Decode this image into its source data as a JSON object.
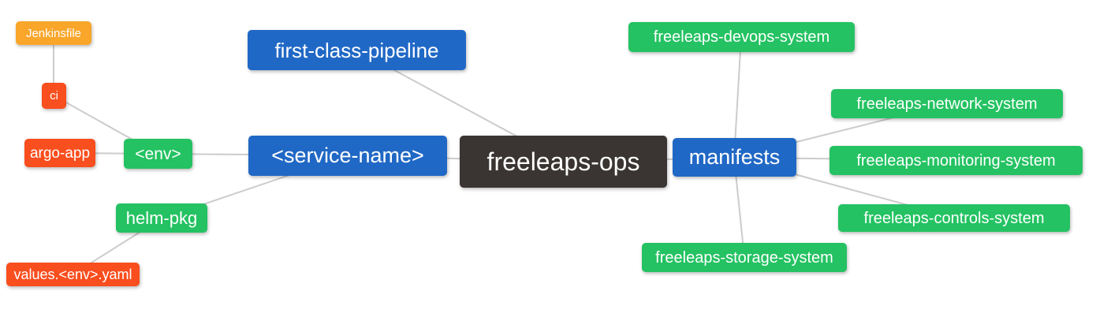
{
  "diagram": {
    "type": "mindmap",
    "center_node": "freeleaps-ops",
    "colors": {
      "orange": "#F9A62B",
      "red_orange": "#F94E1E",
      "green": "#24C262",
      "blue": "#2068C5",
      "dark": "#3A3532",
      "edge": "#cccccc",
      "text": "#ffffff",
      "background": "#ffffff"
    },
    "nodes": [
      {
        "id": "jenkinsfile",
        "label": "Jenkinsfile",
        "color": "#F9A62B"
      },
      {
        "id": "ci",
        "label": "ci",
        "color": "#F94E1E"
      },
      {
        "id": "argo-app",
        "label": "argo-app",
        "color": "#F94E1E"
      },
      {
        "id": "env",
        "label": "<env>",
        "color": "#24C262"
      },
      {
        "id": "helm-pkg",
        "label": "helm-pkg",
        "color": "#24C262"
      },
      {
        "id": "values-env-yaml",
        "label": "values.<env>.yaml",
        "color": "#F94E1E"
      },
      {
        "id": "first-class-pipeline",
        "label": "first-class-pipeline",
        "color": "#2068C5"
      },
      {
        "id": "service-name",
        "label": "<service-name>",
        "color": "#2068C5"
      },
      {
        "id": "freeleaps-ops",
        "label": "freeleaps-ops",
        "color": "#3A3532"
      },
      {
        "id": "manifests",
        "label": "manifests",
        "color": "#2068C5"
      },
      {
        "id": "freeleaps-devops-system",
        "label": "freeleaps-devops-system",
        "color": "#24C262"
      },
      {
        "id": "freeleaps-network-system",
        "label": "freeleaps-network-system",
        "color": "#24C262"
      },
      {
        "id": "freeleaps-monitoring-system",
        "label": "freeleaps-monitoring-system",
        "color": "#24C262"
      },
      {
        "id": "freeleaps-controls-system",
        "label": "freeleaps-controls-system",
        "color": "#24C262"
      },
      {
        "id": "freeleaps-storage-system",
        "label": "freeleaps-storage-system",
        "color": "#24C262"
      }
    ],
    "edges": [
      [
        "jenkinsfile",
        "ci"
      ],
      [
        "ci",
        "env"
      ],
      [
        "argo-app",
        "env"
      ],
      [
        "env",
        "service-name"
      ],
      [
        "helm-pkg",
        "service-name"
      ],
      [
        "values-env-yaml",
        "helm-pkg"
      ],
      [
        "service-name",
        "freeleaps-ops"
      ],
      [
        "first-class-pipeline",
        "freeleaps-ops"
      ],
      [
        "freeleaps-ops",
        "manifests"
      ],
      [
        "manifests",
        "freeleaps-devops-system"
      ],
      [
        "manifests",
        "freeleaps-network-system"
      ],
      [
        "manifests",
        "freeleaps-monitoring-system"
      ],
      [
        "manifests",
        "freeleaps-controls-system"
      ],
      [
        "manifests",
        "freeleaps-storage-system"
      ]
    ]
  }
}
